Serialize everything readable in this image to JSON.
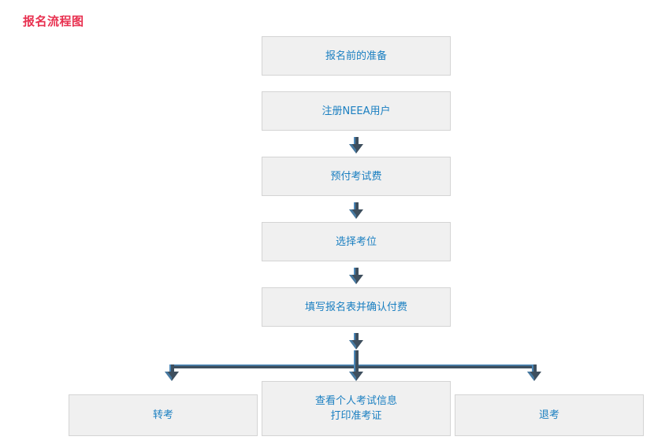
{
  "page": {
    "title": "报名流程图",
    "title_color": "#e8304f",
    "background": "#ffffff"
  },
  "theme": {
    "node_fill": "#f0f0f0",
    "node_border": "#d4d4d4",
    "node_text_color": "#1a7fc1",
    "connector_dark": "#3e4f5e",
    "connector_highlight": "#4a87b8"
  },
  "flowchart": {
    "type": "flowchart",
    "orientation": "top-to-bottom",
    "nodes": [
      {
        "id": "n1",
        "label": "报名前的准备"
      },
      {
        "id": "n2",
        "label": "注册NEEA用户"
      },
      {
        "id": "n3",
        "label": "预付考试费"
      },
      {
        "id": "n4",
        "label": "选择考位"
      },
      {
        "id": "n5",
        "label": "填写报名表并确认付费"
      },
      {
        "id": "b1",
        "label": "转考"
      },
      {
        "id": "b2",
        "label": "查看个人考试信息\n打印准考证"
      },
      {
        "id": "b3",
        "label": "退考"
      }
    ],
    "edges": [
      {
        "from": "n1",
        "to": "n2",
        "arrow": false
      },
      {
        "from": "n2",
        "to": "n3",
        "arrow": true
      },
      {
        "from": "n3",
        "to": "n4",
        "arrow": true
      },
      {
        "from": "n4",
        "to": "n5",
        "arrow": true
      },
      {
        "from": "n5",
        "to": "split",
        "arrow": true
      },
      {
        "from": "split",
        "to": "b1",
        "arrow": true
      },
      {
        "from": "split",
        "to": "b2",
        "arrow": true
      },
      {
        "from": "split",
        "to": "b3",
        "arrow": true
      }
    ]
  }
}
